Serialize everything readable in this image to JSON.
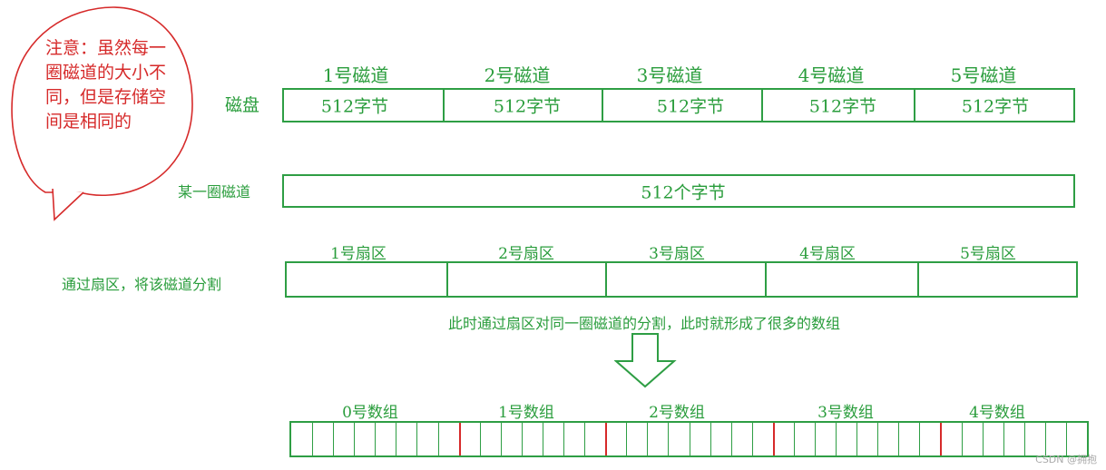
{
  "note": {
    "text": "注意：虽然每一圈磁道的大小不同，但是存储空间是相同的"
  },
  "disk": {
    "label": "磁盘",
    "track_headers": [
      "1号磁道",
      "2号磁道",
      "3号磁道",
      "4号磁道",
      "5号磁道"
    ],
    "cells": [
      "512字节",
      "512字节",
      "512字节",
      "512字节",
      "512字节"
    ]
  },
  "track": {
    "label": "某一圈磁道",
    "content": "512个字节"
  },
  "sectors": {
    "label": "通过扇区，将该磁道分割",
    "headers": [
      "1号扇区",
      "2号扇区",
      "3号扇区",
      "4号扇区",
      "5号扇区"
    ]
  },
  "caption": "此时通过扇区对同一圈磁道的分割，此时就形成了很多的数组",
  "arrays": {
    "headers": [
      "0号数组",
      "1号数组",
      "2号数组",
      "3号数组",
      "4号数组"
    ]
  },
  "watermark": "CSDN @拥抱",
  "colors": {
    "green": "#2e9e44",
    "red": "#d62a2a"
  }
}
